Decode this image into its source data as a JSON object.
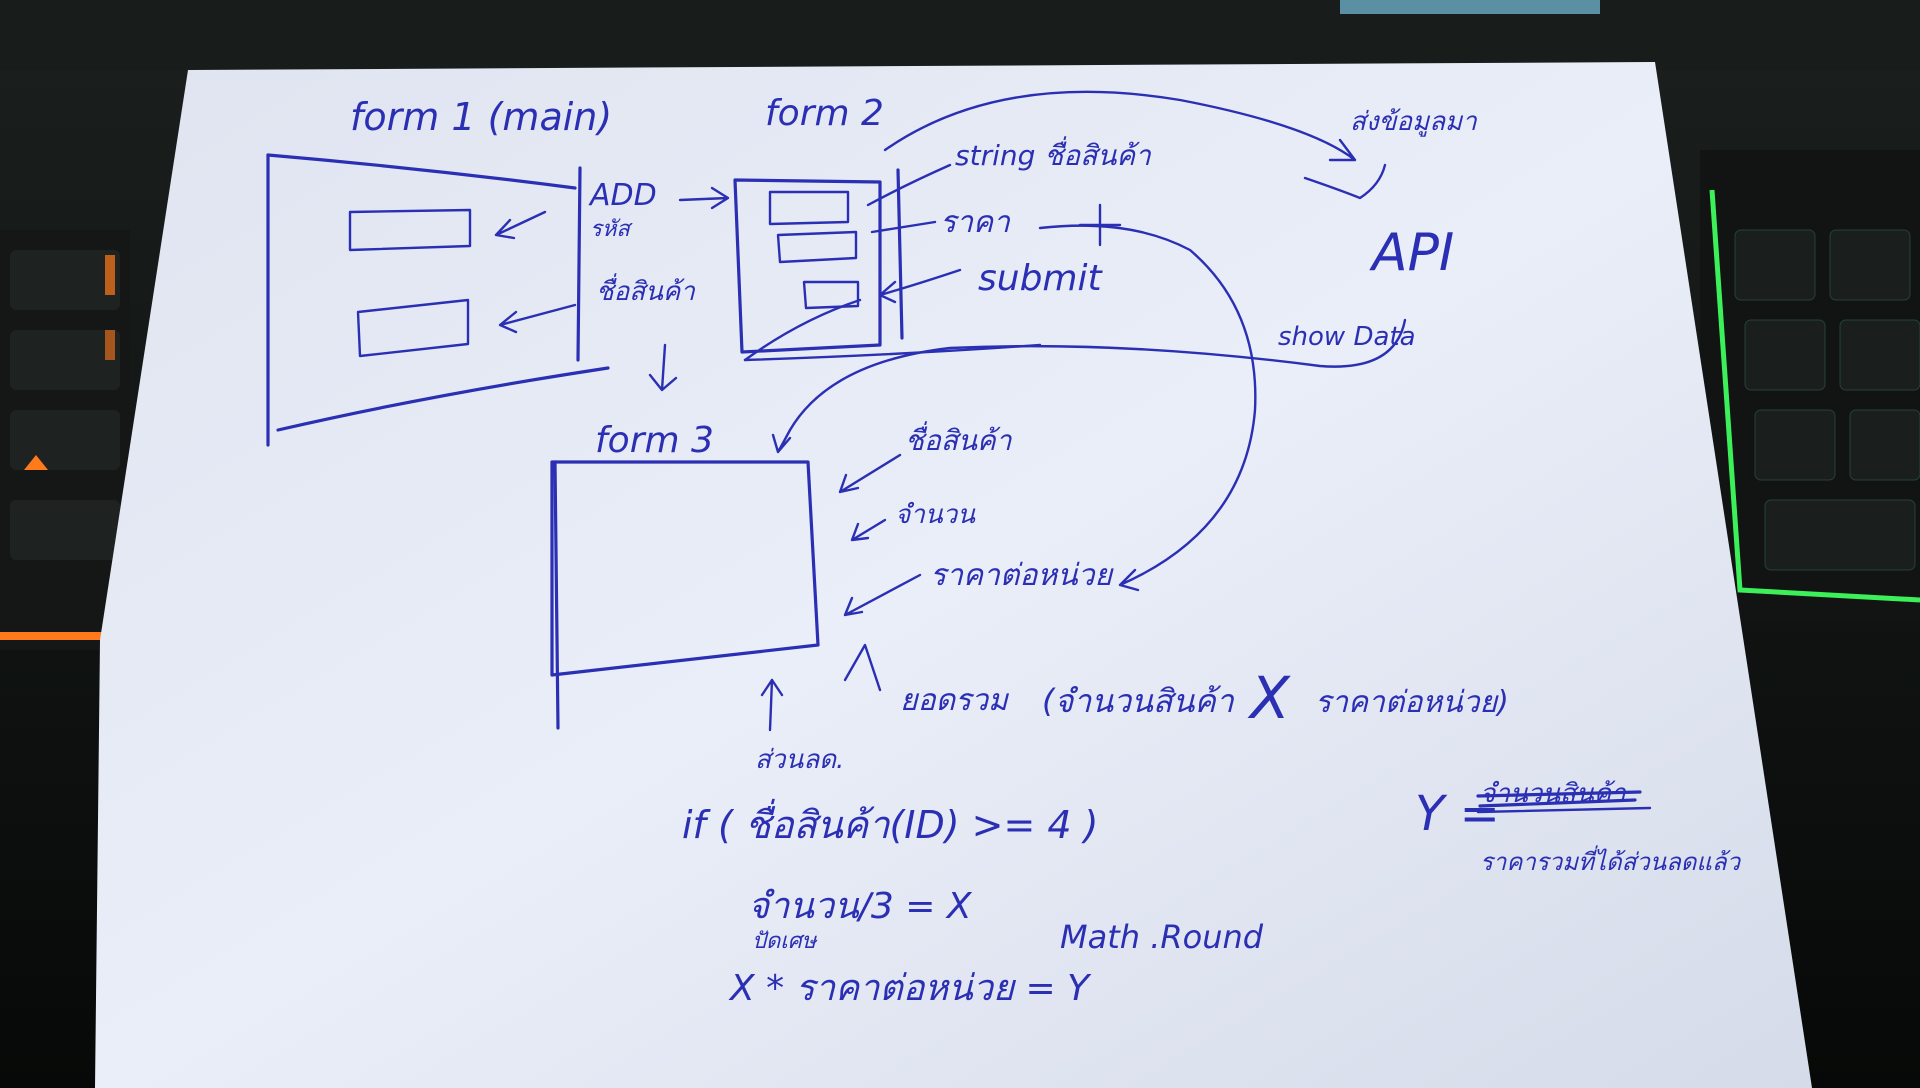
{
  "notes": {
    "form1_title": "form 1 (main)",
    "form2_title": "form 2",
    "form3_title": "form 3",
    "add_label": "ADD",
    "add_sub": "รหัส",
    "product_name_left": "ชื่อสินค้า",
    "string_label": "string ชื่อสินค้า",
    "price_label": "ราคา",
    "submit_label": "submit",
    "api_top_note": "ส่งข้อมูลมา",
    "api_label": "API",
    "show_data": "show Data",
    "form3_product": "ชื่อสินค้า",
    "form3_qty": "จำนวน",
    "form3_unit_price": "ราคาต่อหน่วย",
    "total_label": "ยอดรวม",
    "total_formula_left": "(จำนวนสินค้า",
    "total_formula_x": "X",
    "total_formula_right": "ราคาต่อหน่วย)",
    "discount_label": "ส่วนลด.",
    "if_condition": "if ( ชื่อสินค้า(ID) >= 4 )",
    "qty_div": "จำนวน/3 = X",
    "qty_sub": "ปัดเศษ",
    "multiply_line": "X * ราคาต่อหน่วย = Y",
    "math_round": "Math .Round",
    "y_eq": "Y =",
    "y_struck": "จำนวนสินค้า",
    "y_note": "ราคารวมที่ได้ส่วนลดแล้ว"
  },
  "colors": {
    "ink": "#2b2fb4",
    "paper": "#e6ebf6",
    "desk": "#0c0f0e",
    "keyboard_glow": "#3cf05a",
    "key_orange": "#ff7a1a"
  }
}
